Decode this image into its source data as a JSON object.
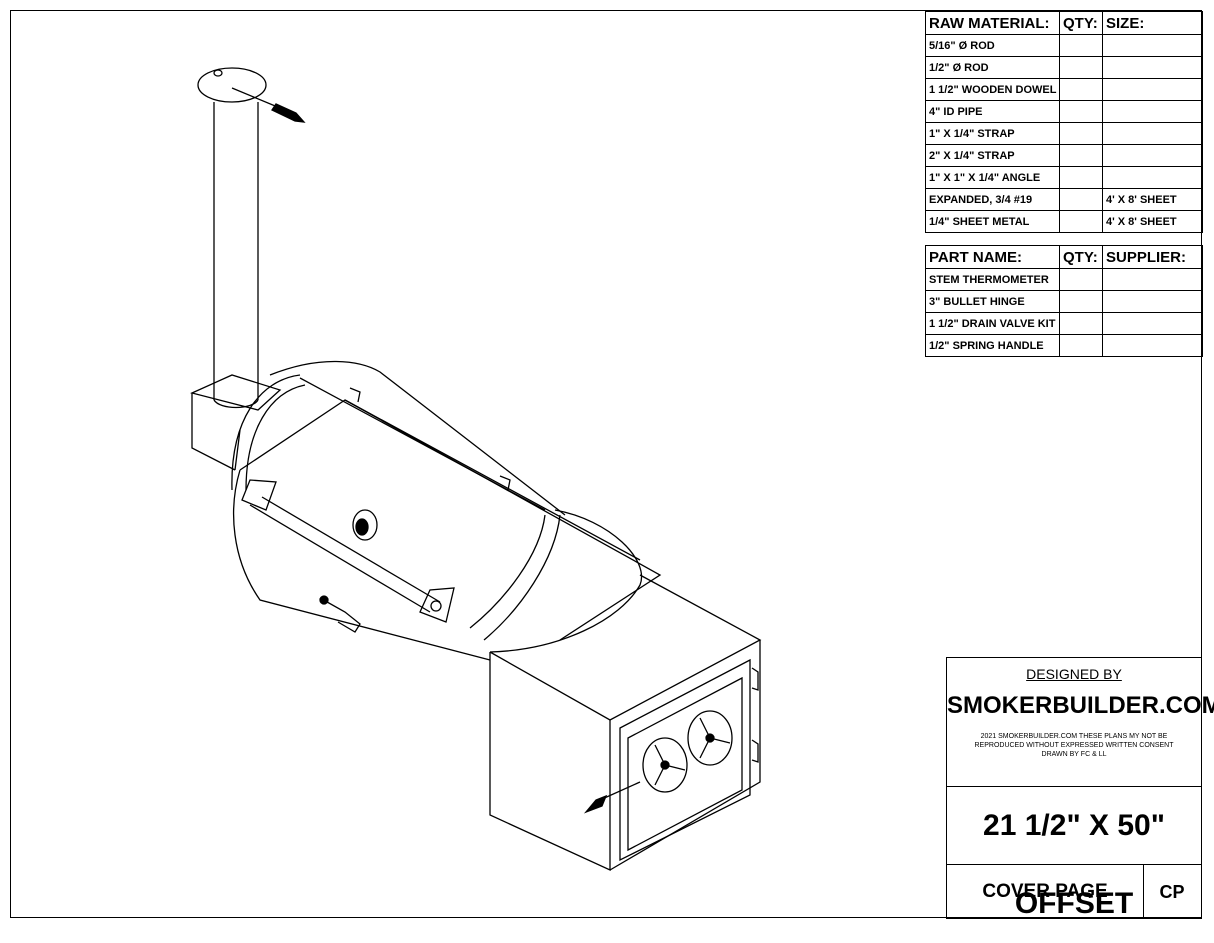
{
  "raw_material_table": {
    "headers": [
      "RAW MATERIAL:",
      "QTY:",
      "SIZE:"
    ],
    "rows": [
      {
        "material": "5/16\" Ø ROD",
        "qty": "",
        "size": ""
      },
      {
        "material": "1/2\" Ø ROD",
        "qty": "",
        "size": ""
      },
      {
        "material": "1 1/2\" WOODEN DOWEL",
        "qty": "",
        "size": ""
      },
      {
        "material": "4\" ID PIPE",
        "qty": "",
        "size": ""
      },
      {
        "material": "1\" X 1/4\" STRAP",
        "qty": "",
        "size": ""
      },
      {
        "material": "2\" X 1/4\" STRAP",
        "qty": "",
        "size": ""
      },
      {
        "material": "1\" X 1\" X 1/4\" ANGLE",
        "qty": "",
        "size": ""
      },
      {
        "material": "EXPANDED, 3/4 #19",
        "qty": "",
        "size": "4' X 8' SHEET"
      },
      {
        "material": "1/4\" SHEET METAL",
        "qty": "",
        "size": "4' X 8' SHEET"
      }
    ]
  },
  "parts_table": {
    "headers": [
      "PART NAME:",
      "QTY:",
      "SUPPLIER:"
    ],
    "rows": [
      {
        "part": "STEM THERMOMETER",
        "qty": "",
        "supplier": ""
      },
      {
        "part": "3\" BULLET HINGE",
        "qty": "",
        "supplier": ""
      },
      {
        "part": "1 1/2\" DRAIN VALVE KIT",
        "qty": "",
        "supplier": ""
      },
      {
        "part": "1/2\" SPRING HANDLE",
        "qty": "",
        "supplier": ""
      }
    ]
  },
  "title_block": {
    "designed_by_label": "DESIGNED BY",
    "company": "SMOKERBUILDER.COM",
    "notice": "2021 SMOKERBUILDER.COM THESE PLANS MY NOT BE REPRODUCED WITHOUT EXPRESSED WRITTEN CONSENT",
    "drawn_by": "DRAWN BY FC & LL",
    "drawing_title": "21 1/2\" X 50\" OFFSET",
    "page_name": "COVER PAGE",
    "page_code": "CP"
  }
}
